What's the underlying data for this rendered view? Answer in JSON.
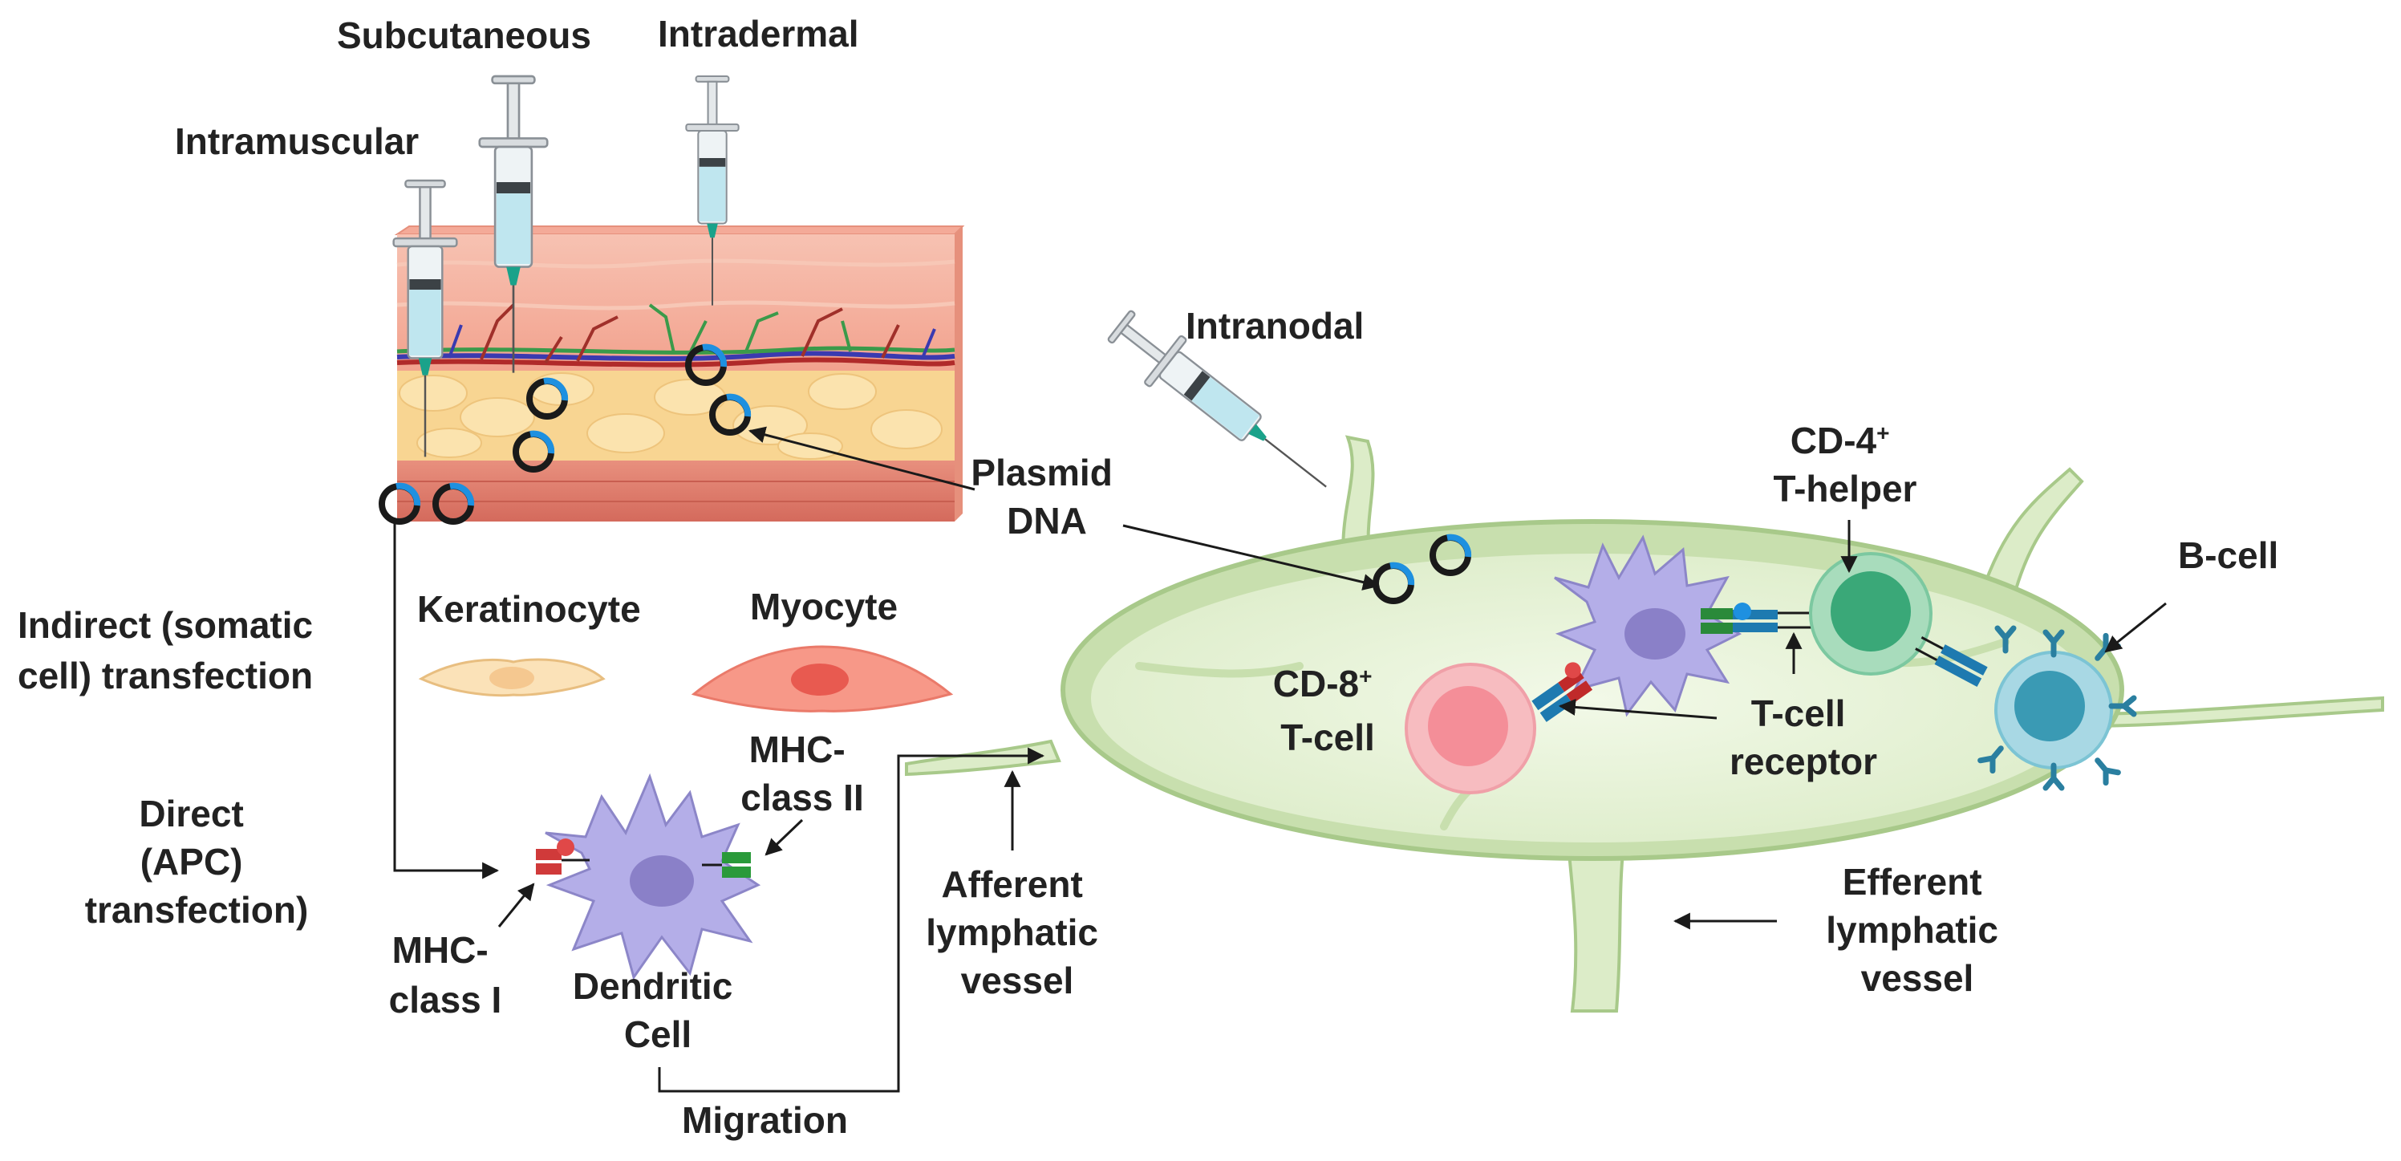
{
  "routes": {
    "subcutaneous": "Subcutaneous",
    "intradermal": "Intradermal",
    "intramuscular": "Intramuscular",
    "intranodal": "Intranodal"
  },
  "plasmid": {
    "line1": "Plasmid",
    "line2": "DNA"
  },
  "indirect": {
    "line1": "Indirect (somatic",
    "line2": "cell) transfection"
  },
  "direct": {
    "line1": "Direct",
    "line2": "(APC)",
    "line3": "transfection)"
  },
  "cells": {
    "keratinocyte": "Keratinocyte",
    "myocyte": "Myocyte",
    "dendritic_line1": "Dendritic",
    "dendritic_line2": "Cell",
    "cd8_line1": "CD-8",
    "cd8_sup": "+",
    "cd8_line2": "T-cell",
    "cd4_line1": "CD-4",
    "cd4_sup": "+",
    "cd4_line2": "T-helper",
    "bcell": "B-cell"
  },
  "molecules": {
    "mhc2_line1": "MHC-",
    "mhc2_line2": "class II",
    "mhc1_line1": "MHC-",
    "mhc1_line2": "class I",
    "tcr_line1": "T-cell",
    "tcr_line2": "receptor"
  },
  "vessels": {
    "afferent_line1": "Afferent",
    "afferent_line2": "lymphatic",
    "afferent_line3": "vessel",
    "efferent_line1": "Efferent",
    "efferent_line2": "lymphatic",
    "efferent_line3": "vessel"
  },
  "migration": "Migration",
  "colors": {
    "skin_epidermis": "#f5b4a0",
    "skin_fat": "#f9dca0",
    "skin_muscle": "#e07a6a",
    "lymph_node_fill": "#eaf4dc",
    "lymph_node_edge": "#a8c98a",
    "dendritic_cell": "#b4aee8",
    "cd8_cell": "#f4a0a8",
    "cd4_cell": "#7cc8a0",
    "b_cell": "#7cc4d4",
    "plasmid_ring": "#1a1a1a",
    "plasmid_arc": "#1e90e0"
  },
  "icons": [
    "syringe-icon",
    "plasmid-icon",
    "dendritic-cell-icon",
    "antibody-icon"
  ]
}
